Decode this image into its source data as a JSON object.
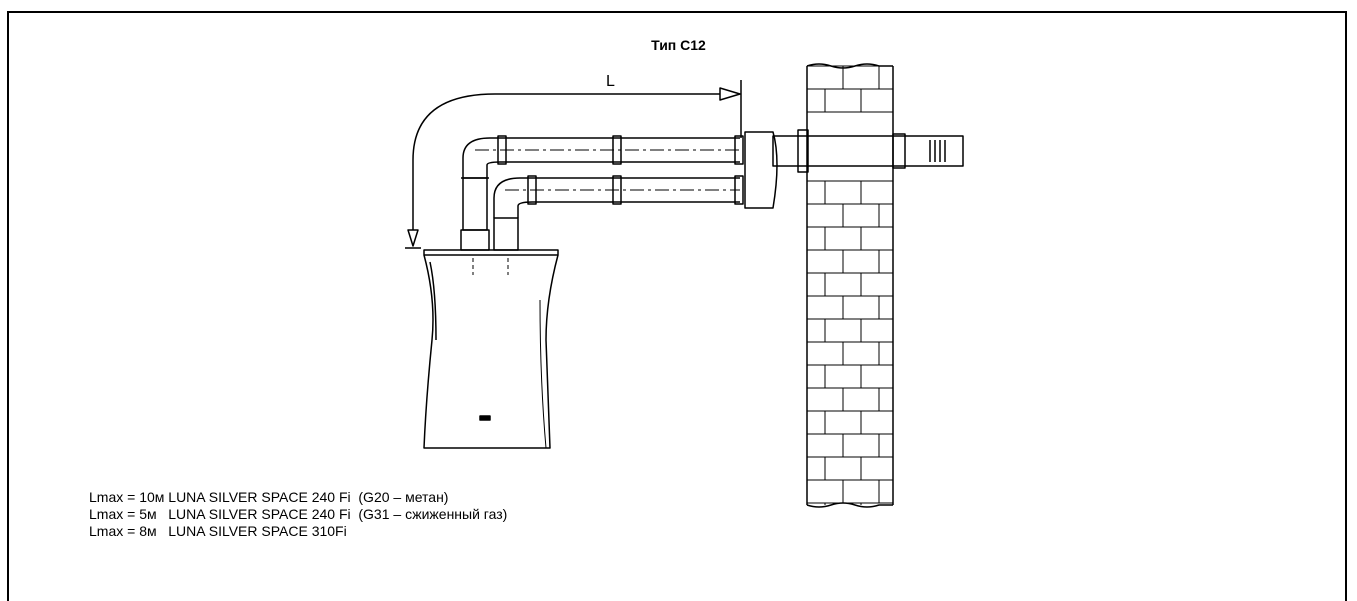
{
  "title": "Тип С12",
  "dimension_label": "L",
  "notes": [
    "Lmax = 10м LUNA SILVER SPACE 240 Fi  (G20 – метан)",
    "Lmax = 5м   LUNA SILVER SPACE 240 Fi  (G31 – сжиженный газ)",
    "Lmax = 8м   LUNA SILVER SPACE 310Fi"
  ],
  "colors": {
    "line": "#000000",
    "background": "#ffffff"
  }
}
